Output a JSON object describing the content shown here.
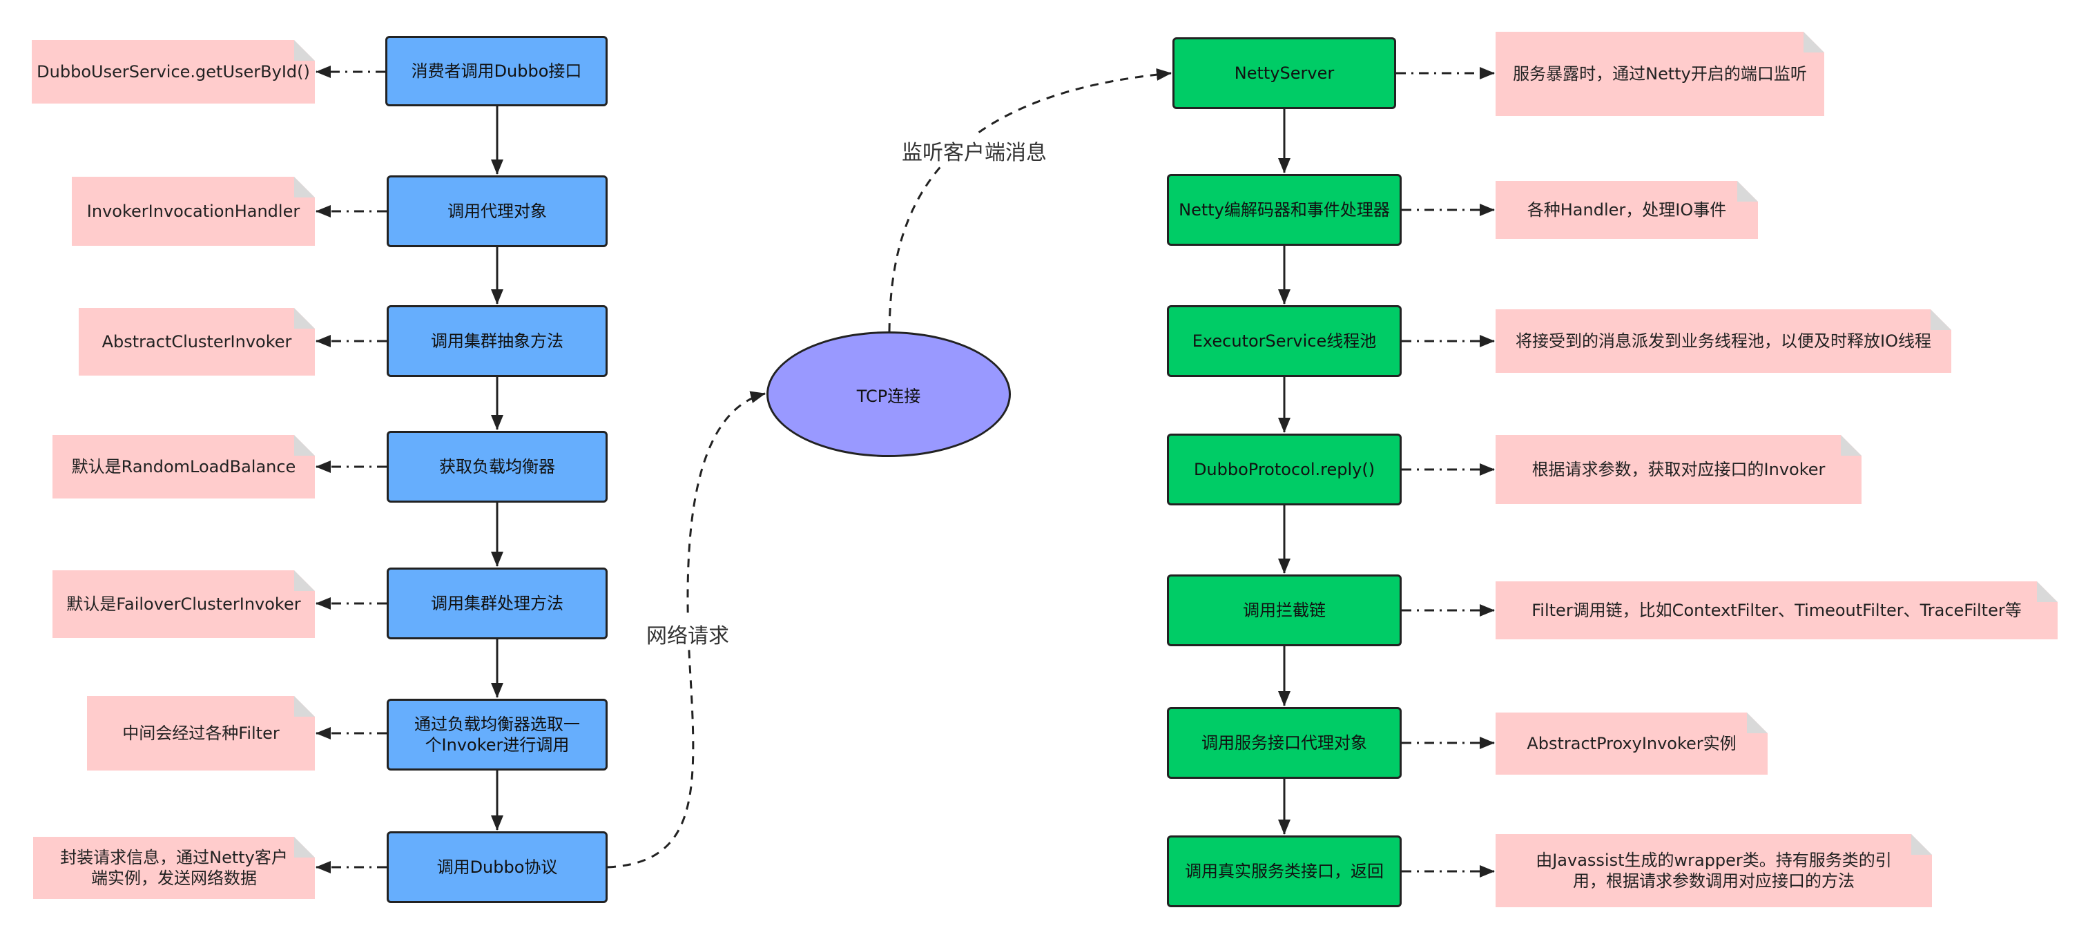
{
  "consumer_flow": [
    {
      "label": "消费者调用Dubbo接口",
      "note": "DubboUserService.getUserById()"
    },
    {
      "label": "调用代理对象",
      "note": "InvokerInvocationHandler"
    },
    {
      "label": "调用集群抽象方法",
      "note": "AbstractClusterInvoker"
    },
    {
      "label": "获取负载均衡器",
      "note": "默认是RandomLoadBalance"
    },
    {
      "label": "调用集群处理方法",
      "note": "默认是FailoverClusterInvoker"
    },
    {
      "label": "通过负载均衡器选取一个Invoker进行调用",
      "note": "中间会经过各种Filter"
    },
    {
      "label": "调用Dubbo协议",
      "note": "封装请求信息，通过Netty客户端实例，发送网络数据"
    }
  ],
  "provider_flow": [
    {
      "label": "NettyServer",
      "note": "服务暴露时，通过Netty开启的端口监听"
    },
    {
      "label": "Netty编解码器和事件处理器",
      "note": "各种Handler，处理IO事件"
    },
    {
      "label": "ExecutorService线程池",
      "note": "将接受到的消息派发到业务线程池，以便及时释放IO线程"
    },
    {
      "label": "DubboProtocol.reply()",
      "note": "根据请求参数，获取对应接口的Invoker"
    },
    {
      "label": "调用拦截链",
      "note": "Filter调用链，比如ContextFilter、TimeoutFilter、TraceFilter等"
    },
    {
      "label": "调用服务接口代理对象",
      "note": "AbstractProxyInvoker实例"
    },
    {
      "label": "调用真实服务类接口，返回",
      "note": "由Javassist生成的wrapper类。持有服务类的引用，根据请求参数调用对应接口的方法"
    }
  ],
  "tcp": {
    "label": "TCP连接"
  },
  "edge_labels": {
    "network_request": "网络请求",
    "listen_client": "监听客户端消息"
  },
  "colors": {
    "consumer": "#66aefd",
    "provider": "#00cc66",
    "note": "#ffcccc",
    "tcp": "#9999ff"
  }
}
